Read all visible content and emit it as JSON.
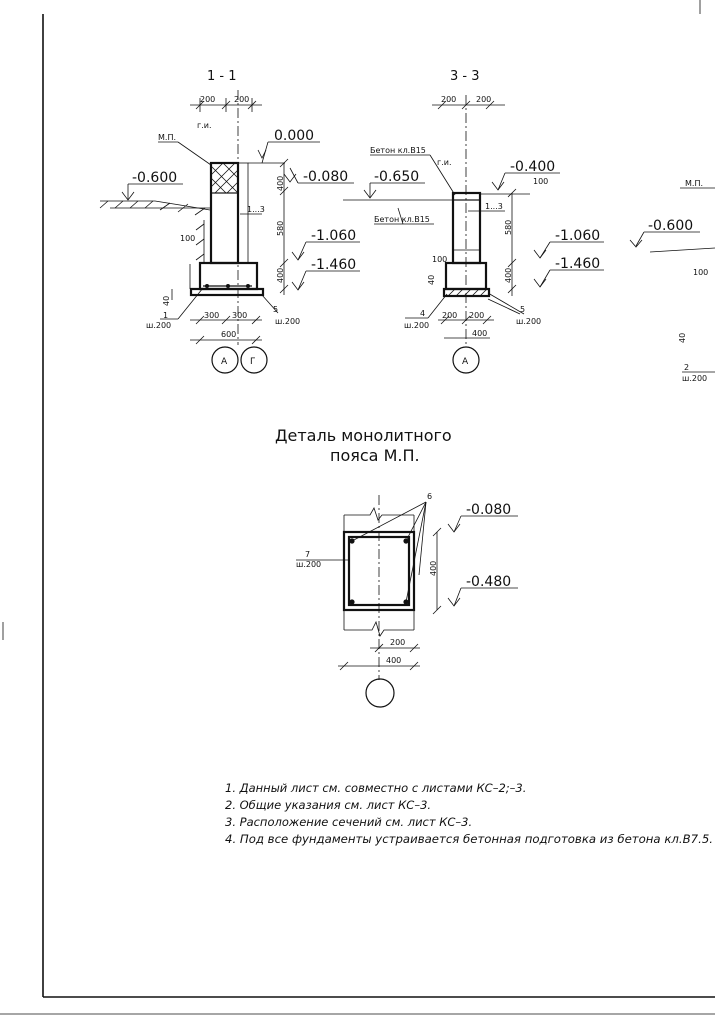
{
  "sections": {
    "s11": {
      "title": "1 - 1",
      "dims_top": [
        "200",
        "200"
      ],
      "gi": "г.и.",
      "mp": "М.П.",
      "level_top": "0.000",
      "level_left": "-0.600",
      "level_right": "-0.080",
      "level_mid": "-1.060",
      "level_bottom": "-1.460",
      "dim_400_top": "400",
      "dim_580": "580",
      "dim_400": "400",
      "rebar_13": "1...3",
      "dim_100": "100",
      "dim_40": "40",
      "mark_1": "1",
      "step_1": "ш.200",
      "mark_5": "5",
      "step_5": "ш.200",
      "dims_bottom": [
        "300",
        "300"
      ],
      "dim_600": "600",
      "axes": [
        "А",
        "Г"
      ]
    },
    "s33": {
      "title": "3 - 3",
      "dims_top": [
        "200",
        "200"
      ],
      "concrete_top": "Бетон кл.В15",
      "gi": "г.и.",
      "level_top": "-0.400",
      "dim_100_top": "100",
      "level_left": "-0.650",
      "rebar_13": "1...3",
      "concrete_mid": "Бетон кл.В15",
      "dim_580": "580",
      "dim_100": "100",
      "dim_40": "40",
      "dim_400": "400",
      "level_mid": "-1.060",
      "level_bottom": "-1.460",
      "mark_4": "4",
      "step_4": "ш.200",
      "mark_5": "5",
      "step_5": "ш.200",
      "dims_bottom": [
        "200",
        "200"
      ],
      "dim_400b": "400",
      "axes": [
        "А"
      ]
    },
    "s_partial": {
      "mp": "М.П.",
      "level": "-0.600",
      "dim_100": "100",
      "dim_40": "40",
      "mark_2": "2",
      "step_2": "ш.200"
    }
  },
  "detail": {
    "title_line1": "Деталь монолитного",
    "title_line2": "пояса М.П.",
    "mark_6": "6",
    "mark_7": "7",
    "step_7": "ш.200",
    "level_top": "-0.080",
    "level_bottom": "-0.480",
    "dim_400": "400",
    "dim_200": "200",
    "dim_400b": "400"
  },
  "notes": [
    "1. Данный лист см. совместно с листами КС–2;–3.",
    "2. Общие указания см. лист КС–3.",
    "3. Расположение сечений см. лист КС–3.",
    "4. Под все фундаменты устраивается бетонная подготовка из бетона кл.В7.5."
  ]
}
